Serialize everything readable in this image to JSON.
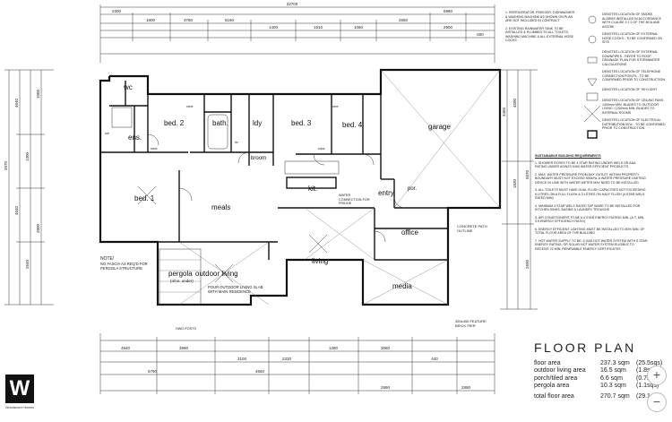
{
  "overall_width": "22700",
  "rooms": {
    "bed1": "bed. 1",
    "bed2": "bed. 2",
    "bed3": "bed. 3",
    "bed4": "bed. 4",
    "bath": "bath.",
    "wc": "wc",
    "ens": "ens.",
    "ldy": "ldy",
    "broom": "broom",
    "kit": "kit.",
    "entry": "entry",
    "por": "por.",
    "garage": "garage",
    "meals": "meals",
    "living": "living",
    "office": "office",
    "media": "media",
    "pergola": "pergola",
    "pergola_sub": "(o/no. under)",
    "outdoor_living": "outdoor living",
    "robe": "robe",
    "wir": "wir",
    "lin": "lin"
  },
  "notes": {
    "note_heading": "NOTE!",
    "note_text": "NO FASCIA AS REQ'D FOR PERGOLA STRUCTURE",
    "pour_outdoor": "POUR OUTDOOR LIVING SLAB WITH MAIN RESIDENCE",
    "concrete_path": "CONCRETE PATH OUTLINE",
    "feature_pier": "350x450 FEATURE BRICK PIER",
    "hwd_post": "HWD POSTS",
    "water_connection": "WATER CONNECTION FOR FRIDGE",
    "sustainable_heading": "SUSTAINABLE BUILDING REQUIREMENTS"
  },
  "right_notes": [
    "1. REFRIGERATOR, FREEZER, DISHWASHER & WASHING MACHINE AS SHOWN ON PLAN ARE NOT INCLUDED IN CONTRACT",
    "2. EXISTING RAINWATER TANK TO BE INSTALLED & PLUMBED TO ALL TOILETS, WASHING MACHINE & ALL EXTERNAL HOSE COCKS",
    "DENOTES LOCATION OF SMOKE ALARMS INSTALLED IN ACCORDANCE WITH CLAUSE 3.7.2 OF THE BCA AND AS3786",
    "DENOTES LOCATION OF EXTERNAL HOSE COCKS - TO BE CONFIRMED ON SITE",
    "DENOTES LOCATION OF EXTERNAL DOWNPIPES - REFER TO ROOF DRAINAGE PLAN FOR STORMWATER CALCULATIONS",
    "DENOTES LOCATION OF TELEPHONE CONNECTION POINTS - TO BE CONFIRMED PRIOR TO CONSTRUCTION",
    "DENOTES LOCATION OF SKYLIGHT",
    "DENOTES LOCATION OF CEILING FANS 1400mm MIN. BLADES TO OUTDOOR LIVING / 1200mm MIN. BLADES TO INTERNAL ROOMS",
    "DENOTES LOCATION OF ELECTRICAL DISTRIBUTION BOX - TO BE CONFIRMED PRIOR TO CONSTRUCTION"
  ],
  "sustainable_notes": [
    "1. SHOWER ROSES TO BE 4 STAR RATING UNDER WELS OR AAA RATING UNDER AS/NZS 6400 WATER EFFICIENT PRODUCTS",
    "2. MAX. WATER PRESSURE FROM ANY OUTLET WITHIN PROPERTY BOUNDARY MUST NOT EXCEED 500kPa. A WATER PRESSURE LIMITING DEVICE IN LINE WITH WATER METER MAY NEED TO BE INSTALLED",
    "3. ALL TOILETS MUST HAVE DUAL FLUSH CAPACITIES NOT EXCEEDING 6 LITRES ON A FULL FLUSH & 3 LITRES ON HALF FLUSH (4 STAR WELS RATED MIN)",
    "4. MINIMUM 3 STAR WELS RATED TAP WARE TO BE INSTALLED FOR KITCHEN SINKS, BASINS & LAUNDRY TROUGHS",
    "5. AIR CONDITIONERS TO BE A 4 STAR ENERGY RATING MIN. (A.T. MIN. 3.5 ENERGY EFFICIENCY RATIO)",
    "6. ENERGY EFFICIENT LIGHTING MUST BE INSTALLED TO 80% MIN. OF TOTAL FLOOR AREA OF THE BUILDING",
    "7. HOT WATER SUPPLY TO BE: 5 GAS HOT WATER SYSTEM WITH 5 STAR ENERGY RATING; OR SOLAR HOT WATER SYSTEM ELIGIBLE TO RECEIVE 22 MIN. RENEWABLE ENERGY CERTIFICATES"
  ],
  "top_dims": [
    "2300",
    "1800",
    "3780",
    "5160",
    "1400",
    "1910",
    "1060",
    "2650",
    "6980",
    "2900",
    "600"
  ],
  "bottom_dims": [
    "4940",
    "3990",
    "3100",
    "2330",
    "1280",
    "3060",
    "440",
    "5790",
    "4660",
    "2990",
    "2890"
  ],
  "left_dims": [
    "3970",
    "4640",
    "4040",
    "1300",
    "2640",
    "2800",
    "1000"
  ],
  "right_dims": [
    "3450",
    "1830",
    "4500",
    "2690",
    "5870"
  ],
  "title": "FLOOR PLAN",
  "areas": [
    {
      "label": "floor area",
      "value": "237.3 sqm",
      "squares": "(25.5sqs)"
    },
    {
      "label": "outdoor living area",
      "value": "16.5 sqm",
      "squares": "(1.8sqs)"
    },
    {
      "label": "porch/tiled area",
      "value": "6.6 sqm",
      "squares": "(0.7sqs)"
    },
    {
      "label": "pergola area",
      "value": "10.3 sqm",
      "squares": "(1.1sqs)"
    }
  ],
  "total": {
    "label": "total floor area",
    "value": "270.7 sqm",
    "squares": "(29.1sqs)"
  },
  "logo": {
    "letter": "W",
    "caption": "Woodsmere Homes"
  },
  "zoom": {
    "in": "+",
    "out": "−"
  }
}
